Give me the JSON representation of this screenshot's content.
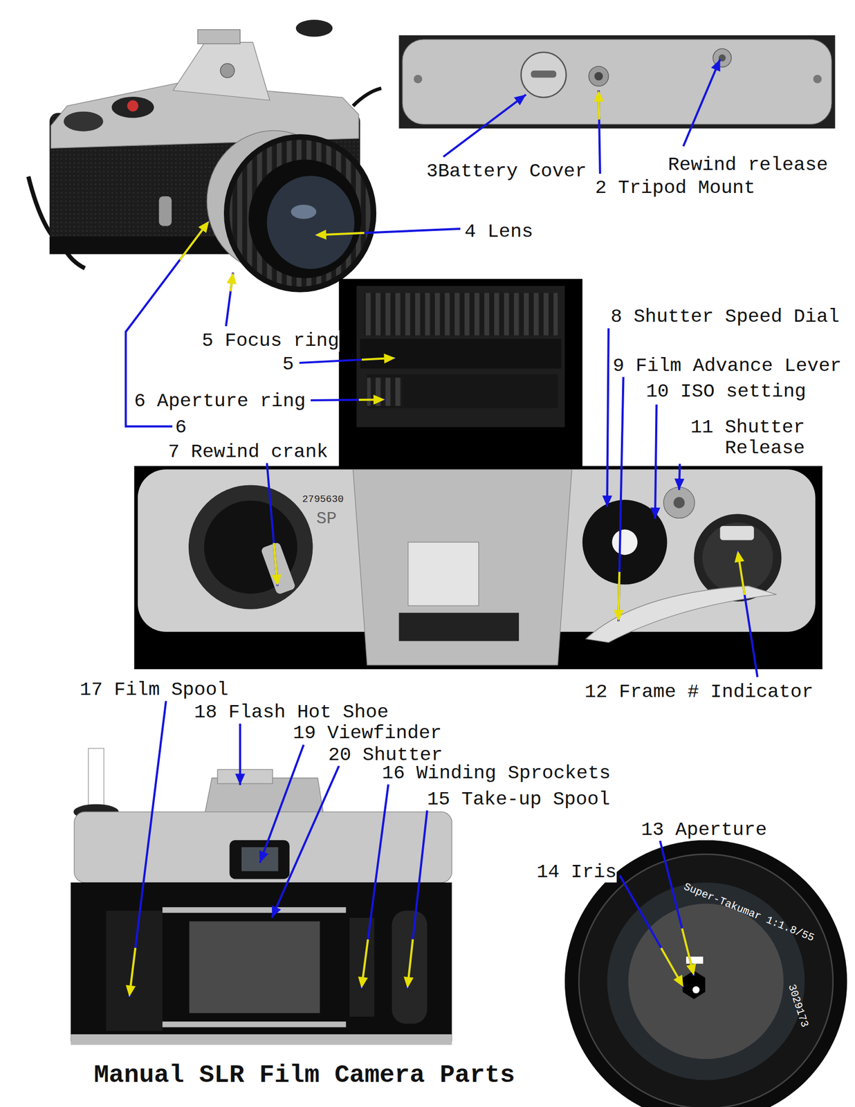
{
  "diagram": {
    "title": "Manual SLR Film Camera Parts",
    "labels": [
      "3Battery Cover",
      "Rewind release",
      "2 Tripod Mount",
      "4 Lens",
      "5 Focus ring",
      "5",
      "6 Aperture ring",
      "6",
      "7 Rewind crank",
      "8 Shutter Speed Dial",
      "9 Film Advance Lever",
      "10 ISO setting",
      "11 Shutter Release",
      "12 Frame # Indicator",
      "17 Film Spool",
      "18 Flash Hot Shoe",
      "19 Viewfinder",
      "20 Shutter",
      "16 Winding Sprockets",
      "15 Take-up Spool",
      "13 Aperture",
      "14 Iris",
      "2795630",
      "SP",
      "Super-Takumar 1:1.8/55",
      "3029173"
    ]
  }
}
